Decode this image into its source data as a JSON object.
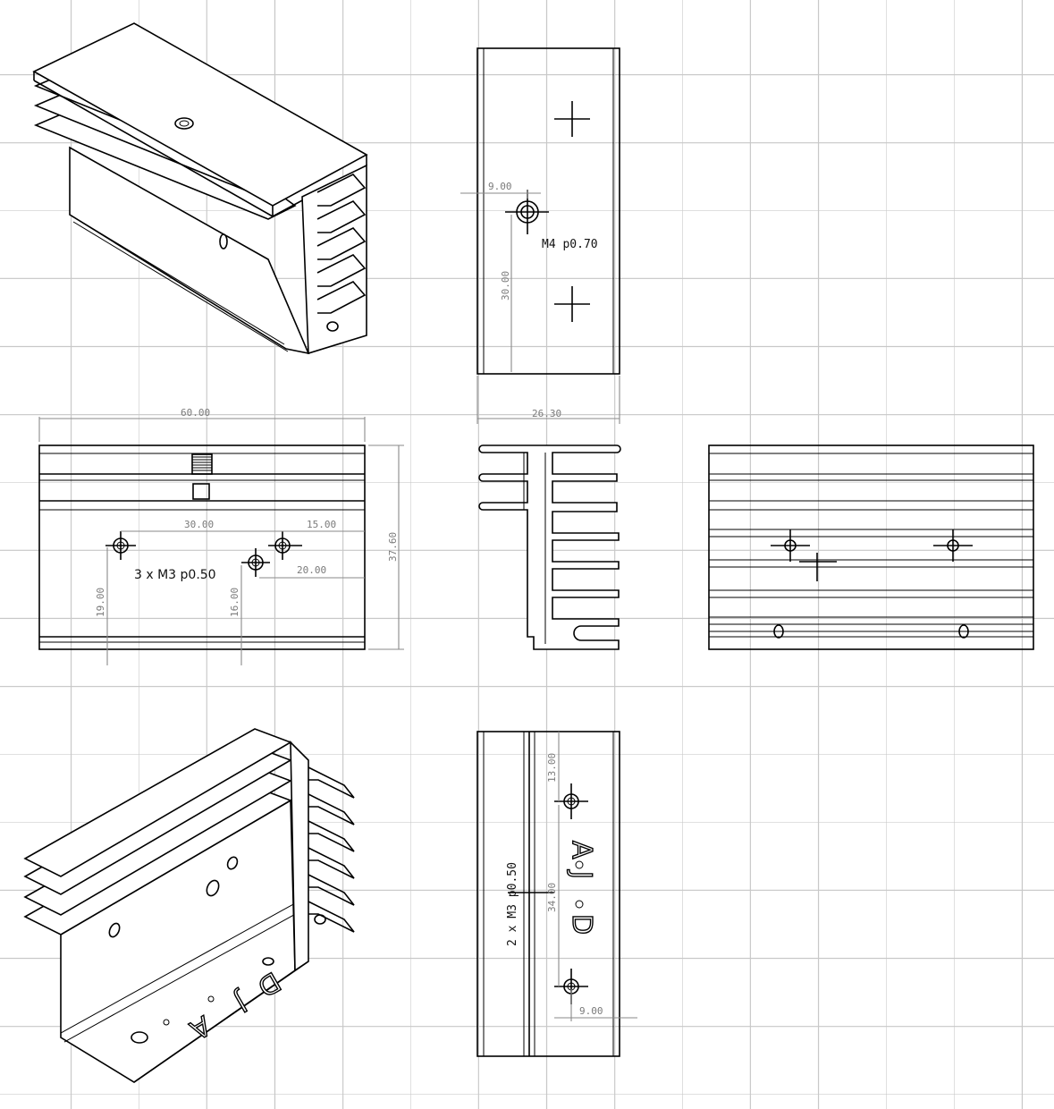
{
  "drawing": {
    "top_view": {
      "dim_hole_offset": "9.00",
      "dim_hole_depth": "30.00",
      "dim_width": "26.30",
      "thread_note": "M4  p0.70"
    },
    "front_view": {
      "dim_length": "60.00",
      "dim_height": "37.60",
      "dim_spacing": "30.00",
      "dim_edge": "15.00",
      "dim_offset": "20.00",
      "dim_left_height": "19.00",
      "dim_mid_height": "16.00",
      "thread_note": "3 x M3 p0.50"
    },
    "bottom_view": {
      "dim_top": "13.00",
      "dim_spacing": "34.00",
      "dim_edge": "9.00",
      "thread_note": "2 x M3 p0.50",
      "engraving": [
        "A",
        "J",
        "D"
      ]
    },
    "iso_bottom": {
      "engraving": [
        "A",
        "J",
        "D"
      ]
    }
  }
}
